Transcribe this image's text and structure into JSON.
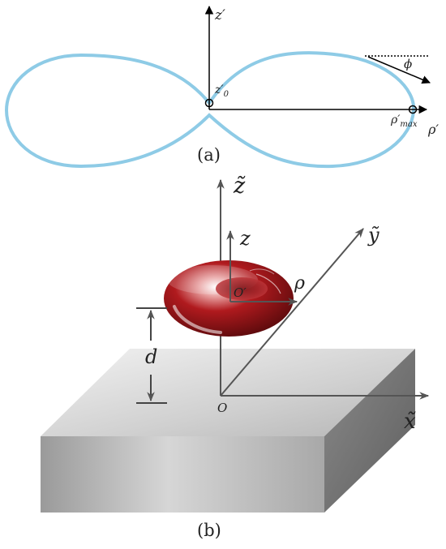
{
  "panel_a": {
    "caption": "(a)",
    "labels": {
      "z_prime": "z′",
      "z0_prime": "z′",
      "z0_sub": "0",
      "phi": "ϕ",
      "rho_max": "ρ′",
      "rho_max_sub": "max",
      "rho_prime": "ρ′"
    },
    "colors": {
      "curve": "#8ecbe6",
      "axes": "#000000"
    }
  },
  "panel_b": {
    "caption": "(b)",
    "labels": {
      "z_tilde": "z̃",
      "z": "z",
      "y_tilde": "ỹ",
      "rho": "ρ",
      "o_prime": "O′",
      "d": "d",
      "o": "O",
      "x_tilde": "x̃"
    },
    "colors": {
      "cell": "#b3161b",
      "axes": "#555555",
      "slab": "#c8c8c8"
    }
  }
}
